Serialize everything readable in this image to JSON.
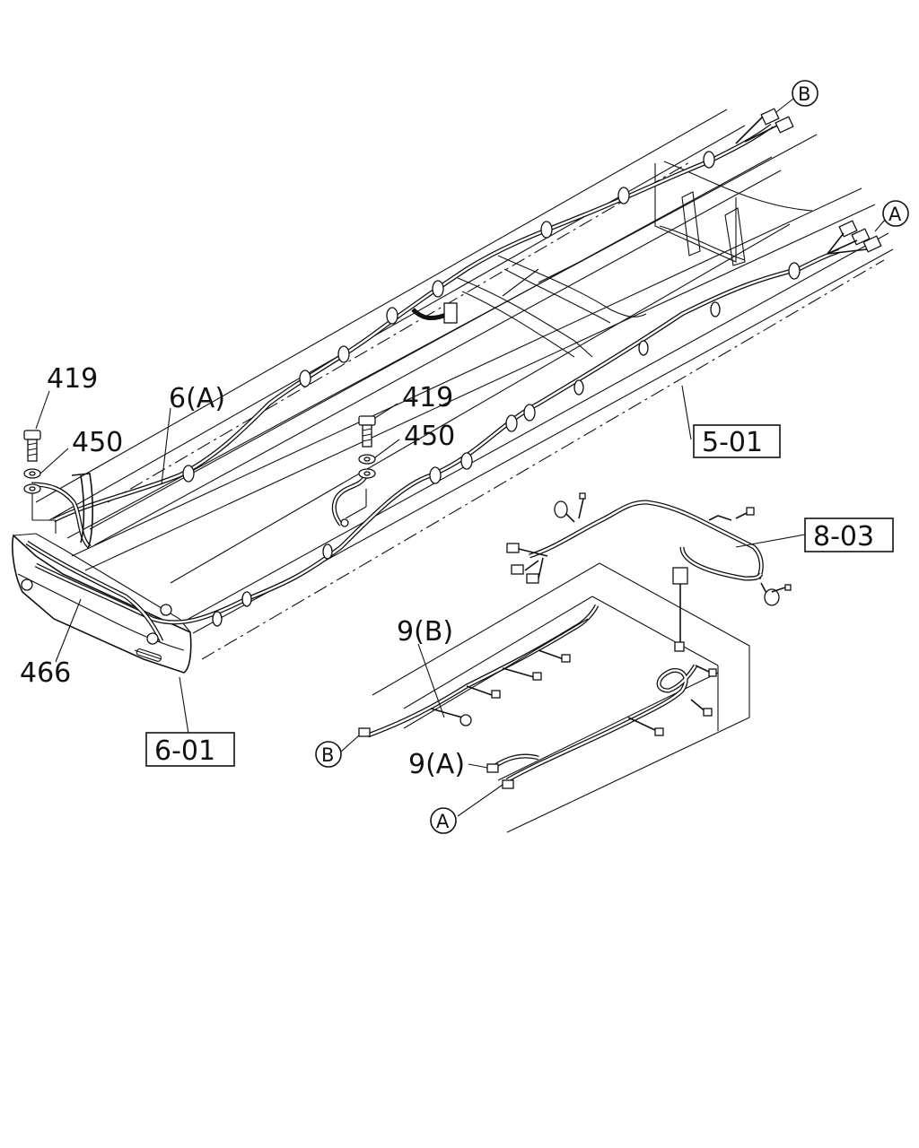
{
  "labels": {
    "bolt_left": "419",
    "washer_left": "450",
    "bolt_right": "419",
    "washer_right": "450",
    "harness_6a": "6(A)",
    "bumper_harness": "466",
    "harness_9b": "9(B)",
    "harness_9a": "9(A)"
  },
  "refs": {
    "ref_501": "5-01",
    "ref_601": "6-01",
    "ref_803": "8-03"
  },
  "connectors": {
    "b_top": "B",
    "a_top": "A",
    "b_bottom": "B",
    "a_bottom": "A"
  }
}
